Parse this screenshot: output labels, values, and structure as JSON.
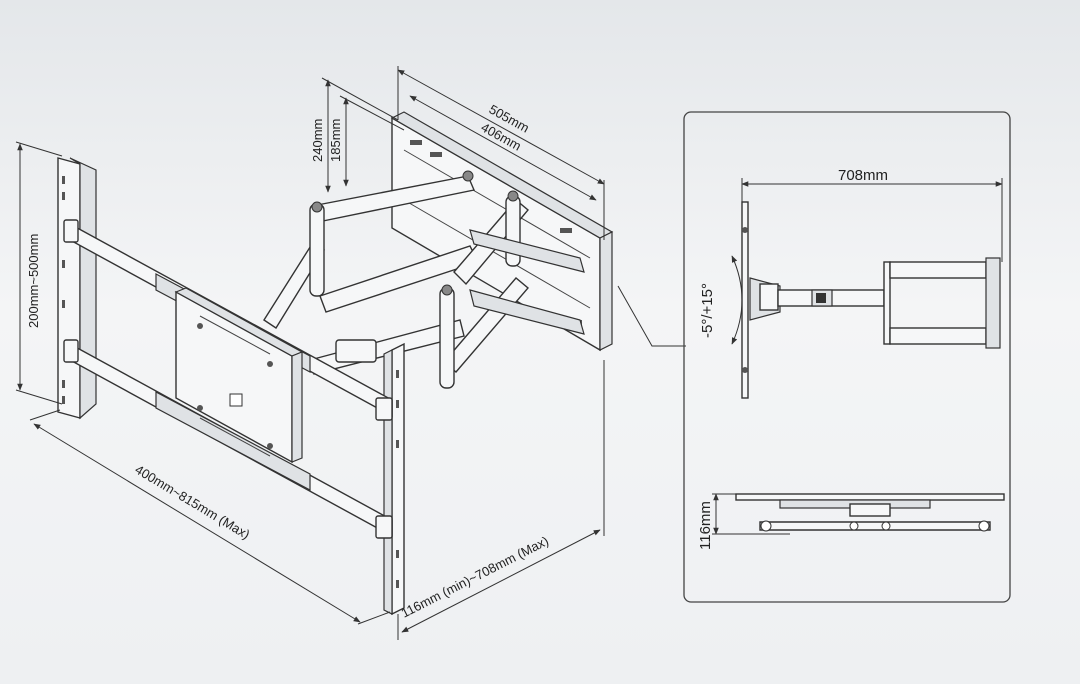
{
  "dimensions": {
    "arm_outer_width": "505mm",
    "arm_inner_width": "406mm",
    "wall_plate_height_outer": "240mm",
    "wall_plate_height_inner": "185mm",
    "vertical_range": "200mm~500mm",
    "horizontal_range": "400mm~815mm (Max)",
    "extension_range": "116mm (min)~708mm (Max)"
  },
  "detail_panel": {
    "top_view_extension": "708mm",
    "tilt_range": "-5°/+15°",
    "min_depth": "116mm"
  },
  "colors": {
    "line": "#333333",
    "background": "#eceef0",
    "panel_border": "#444444"
  }
}
